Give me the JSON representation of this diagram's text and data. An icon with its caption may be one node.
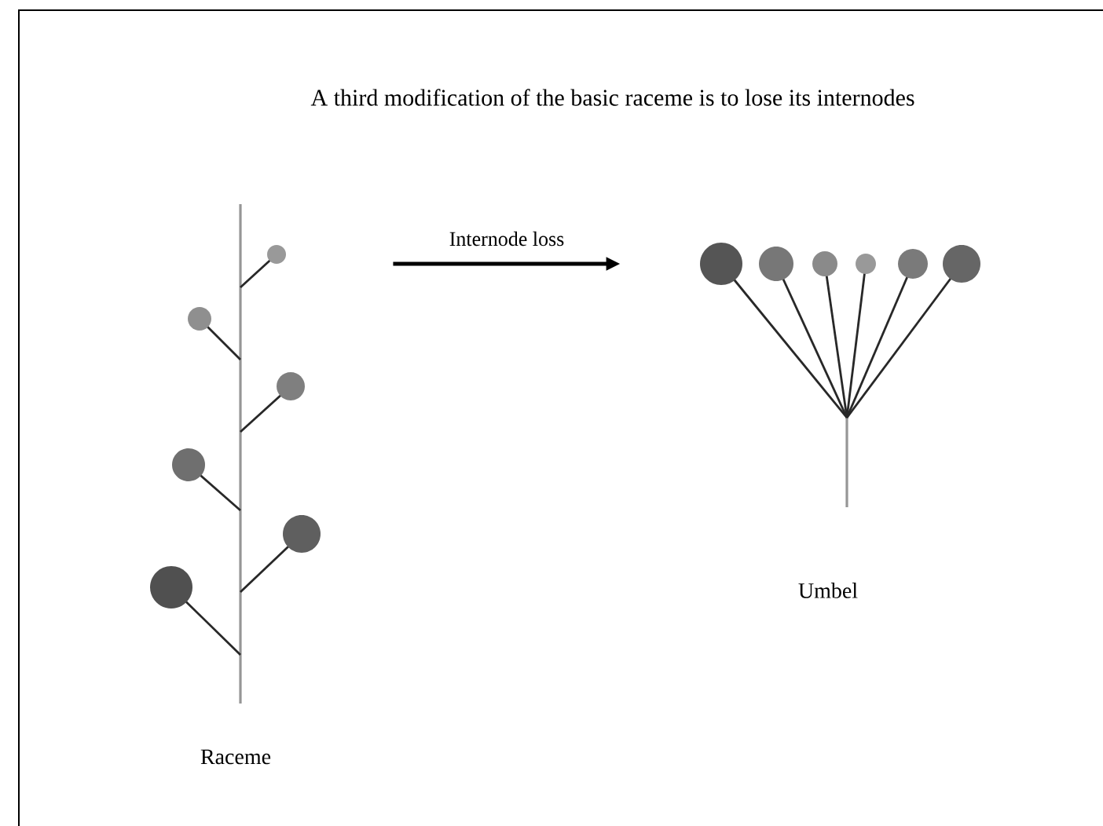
{
  "diagram": {
    "title": "A third modification of the basic raceme is to lose its internodes",
    "nodes": [
      {
        "text": [],
        "shape": "picture",
        "beside": [
          "Raceme"
        ]
      },
      {
        "text": [],
        "shape": "picture",
        "beside": [
          "Umbel"
        ]
      }
    ],
    "edges": [
      {
        "from": 0,
        "to": 1,
        "arrow": "to",
        "label": "Internode loss"
      }
    ]
  }
}
